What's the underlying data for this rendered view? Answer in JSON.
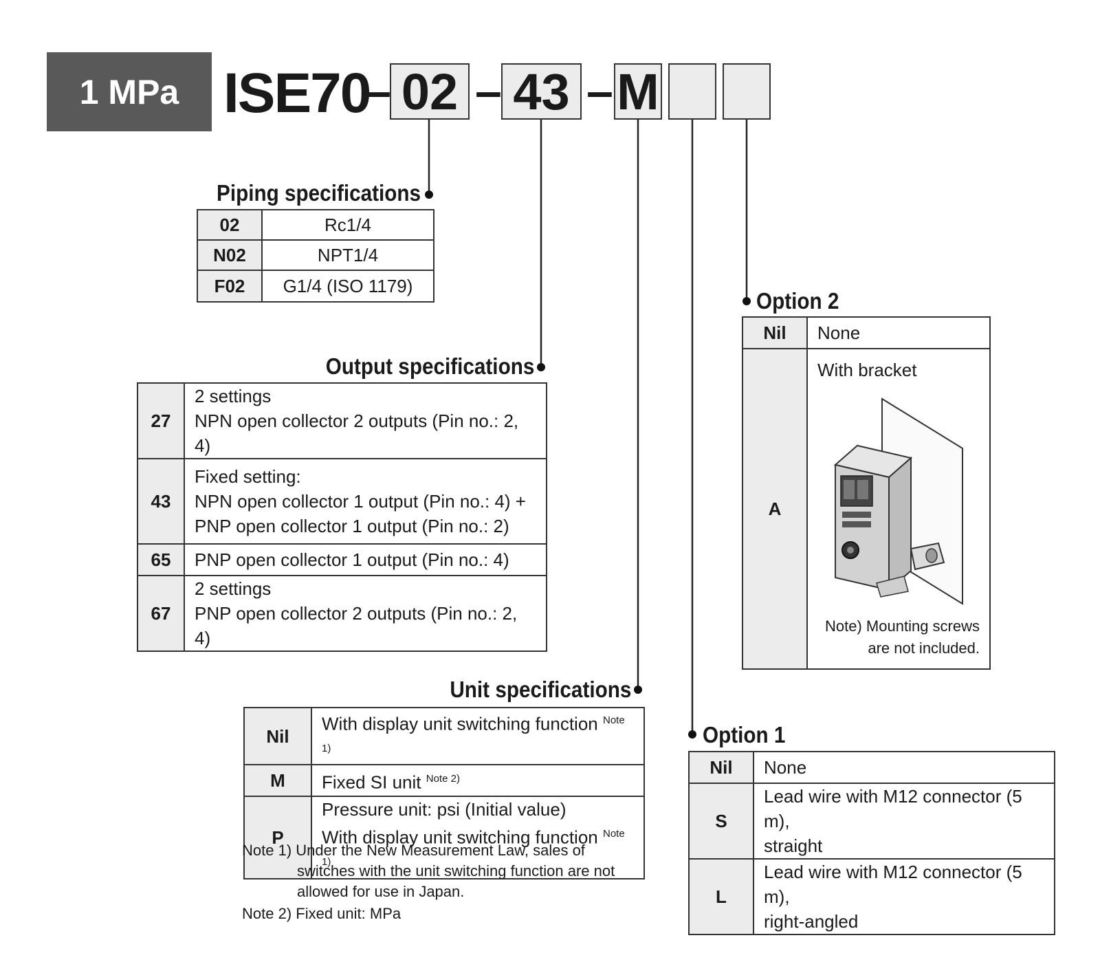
{
  "badge": "1 MPa",
  "model": {
    "prefix": "ISE70",
    "dash": "–",
    "segments": [
      "02",
      "43",
      "M",
      "",
      ""
    ]
  },
  "piping": {
    "title": "Piping specifications",
    "rows": [
      {
        "code": "02",
        "desc": "Rc1/4"
      },
      {
        "code": "N02",
        "desc": "NPT1/4"
      },
      {
        "code": "F02",
        "desc": "G1/4 (ISO 1179)"
      }
    ]
  },
  "output": {
    "title": "Output specifications",
    "rows": [
      {
        "code": "27",
        "lines": [
          "2 settings",
          "NPN open collector 2 outputs (Pin no.: 2, 4)"
        ]
      },
      {
        "code": "43",
        "lines": [
          "Fixed setting:",
          "NPN open collector 1 output (Pin no.: 4) +",
          "PNP open collector 1 output (Pin no.: 2)"
        ]
      },
      {
        "code": "65",
        "lines": [
          "PNP open collector 1 output (Pin no.: 4)"
        ]
      },
      {
        "code": "67",
        "lines": [
          "2 settings",
          "PNP open collector 2 outputs (Pin no.: 2, 4)"
        ]
      }
    ]
  },
  "unit": {
    "title": "Unit specifications",
    "rows": [
      {
        "code": "Nil",
        "lines": [
          "With display unit switching function"
        ],
        "note": "Note 1)"
      },
      {
        "code": "M",
        "lines": [
          "Fixed SI unit"
        ],
        "note": "Note 2)"
      },
      {
        "code": "P",
        "lines": [
          "Pressure unit: psi (Initial value)",
          "With display unit switching function"
        ],
        "note": "Note 1)"
      }
    ],
    "notes": [
      "Note 1) Under the New Measurement Law, sales of",
      "switches with the unit switching function are not",
      "allowed for use in Japan.",
      "Note 2) Fixed unit: MPa"
    ]
  },
  "option1": {
    "title": "Option 1",
    "rows": [
      {
        "code": "Nil",
        "lines": [
          "None"
        ]
      },
      {
        "code": "S",
        "lines": [
          "Lead wire with M12 connector (5 m),",
          "straight"
        ]
      },
      {
        "code": "L",
        "lines": [
          "Lead wire with M12 connector (5 m),",
          "right-angled"
        ]
      }
    ]
  },
  "option2": {
    "title": "Option 2",
    "rows": [
      {
        "code": "Nil",
        "desc": "None"
      },
      {
        "code": "A",
        "desc": "With bracket",
        "note1": "Note) Mounting screws",
        "note2": "are not included."
      }
    ]
  }
}
